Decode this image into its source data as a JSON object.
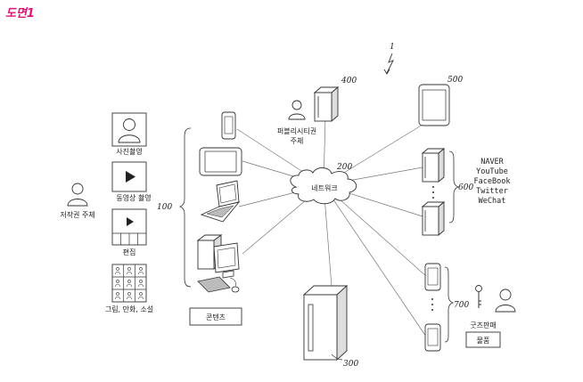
{
  "title": "도면1",
  "system_ref": "1",
  "network": {
    "label": "네트워크",
    "ref": "200"
  },
  "platform_operator": {
    "label_line1": "퍼블리시티권",
    "label_line2": "주체",
    "ref": "400"
  },
  "tablet_ref": "500",
  "platforms": {
    "ref": "600",
    "items": [
      "NAVER",
      "YouTube",
      "FaceBook",
      "Twitter",
      "WeChat"
    ]
  },
  "server_ref": "300",
  "goods": {
    "ref": "700",
    "seller_label": "굿즈판매",
    "item_label": "물품"
  },
  "contents": {
    "ref": "100",
    "items": [
      "사진촬영",
      "동영상 촬영",
      "편집",
      "그림, 만화, 소설"
    ],
    "box_label": "콘텐츠"
  },
  "copyright_holder": {
    "label": "저작권 주체"
  },
  "colors": {
    "title": "#e0147a",
    "line": "#555555",
    "stroke": "#333333"
  }
}
